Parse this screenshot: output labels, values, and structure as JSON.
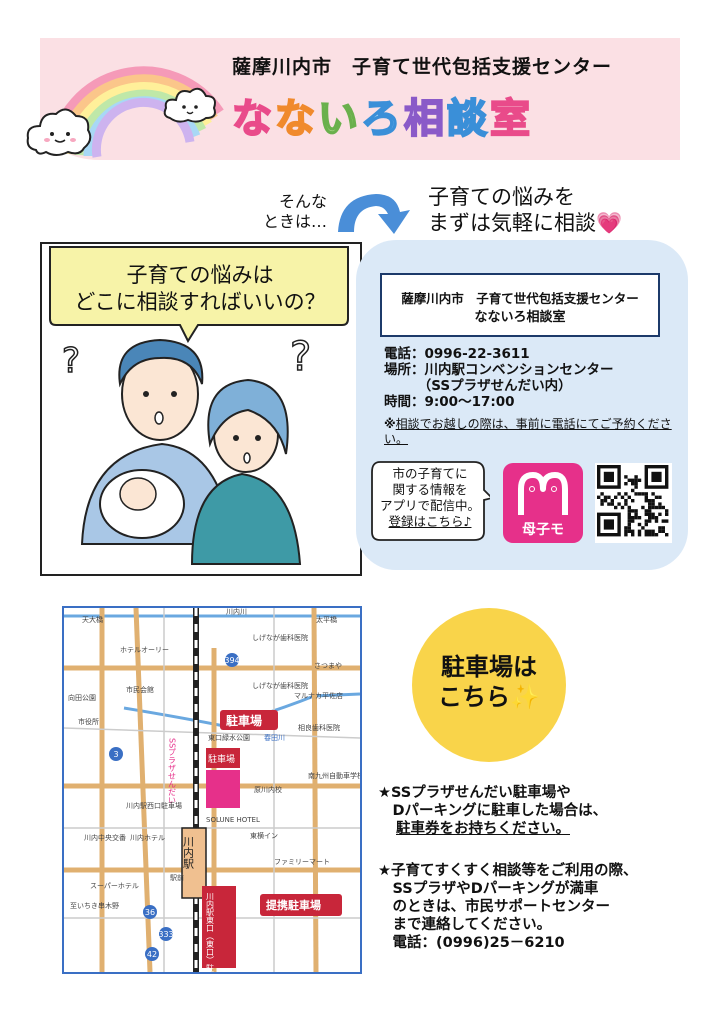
{
  "header": {
    "org": "薩摩川内市　子育て世代包括支援センター",
    "title_chars": [
      "な",
      "な",
      "い",
      "ろ",
      "相",
      "談",
      "室"
    ]
  },
  "intro": {
    "left_line1": "そんな",
    "left_line2": "ときは…",
    "right_line1": "子育ての悩みを",
    "right_line2": "まずは気軽に相談💗"
  },
  "speech": {
    "line1": "子育ての悩みは",
    "line2": "どこに相談すればいいの？"
  },
  "info": {
    "name_org": "薩摩川内市　子育て世代包括支援センター",
    "name_office": "なないろ相談室",
    "phone": "電話：0996-22-3611",
    "place": "場所：川内駅コンベンションセンター",
    "place_sub": "　　　（SSプラザせんだい内）",
    "hours": "時間：9:00～17:00",
    "note_prefix": "※",
    "note": "相談でお越しの際は、事前に電話にてご予約ください。"
  },
  "app": {
    "line1": "市の子育てに",
    "line2": "関する情報を",
    "line3": "アプリで配信中。",
    "line4": "登録はこちら♪",
    "icon_label": "母子モ",
    "brand_color": "#e6308a"
  },
  "map": {
    "labels": {
      "river": "川内川",
      "tenjin": "天大橋",
      "taikyu": "太平橋",
      "hotel_orly": "ホテルオーリー",
      "shiminkaikan": "市民会館",
      "shigenaga_dental": "しげなが歯科医院",
      "shigenaga_dental2": "しげなが歯科医院",
      "marunaka": "マルナカ平佐店",
      "sakuramachi": "さつまや",
      "kyodo_koen": "向田公園",
      "shiyakusho": "市役所",
      "ss_plaza": "SSプラザせんだい",
      "parking_label": "駐車場",
      "parking_box": "駐車場",
      "higashiguchi_park": "東口緑水公園",
      "kasuga": "春田川",
      "hirasa_dental": "相良歯科医院",
      "minamikyushu": "南九州自動車学校",
      "hirasa_school": "原川内校",
      "ekimae_nishiguchi": "川内駅西口駐車場",
      "sendai_hotel": "川内ホテル",
      "tokyu_inn": "東横イン",
      "family_mart": "ファミリーマート",
      "sendai_chuo": "川内中央交番",
      "super_hotel": "スーパーホテル",
      "ekimae": "駅前",
      "ichiki": "至いちき串木野",
      "station": "川内駅",
      "ss_hotel": "SOLUNE HOTEL",
      "partner_parking": "提携駐車場",
      "d_parking": "川内駅東口（東口）駐車場 Dパーキング",
      "route3": "3",
      "route36": "36",
      "route333": "333",
      "route42": "42",
      "route394": "394"
    }
  },
  "parking": {
    "line1": "駐車場は",
    "line2": "こちら✨"
  },
  "notes": {
    "n1_line1": "★SSプラザせんだい駐車場や",
    "n1_line2": "　Dパーキングに駐車した場合は、",
    "n1_line3": "駐車券をお持ちください。",
    "n2_line1": "★子育てすくすく相談等をご利用の際、",
    "n2_line2": "　SSプラザやDパーキングが満車",
    "n2_line3": "　のときは、市民サポートセンター",
    "n2_line4": "　まで連絡してください。",
    "n2_line5": "　電話：(0996)25－6210"
  },
  "colors": {
    "banner": "#fbe0e4",
    "card": "#dbe9f7",
    "parking_circle": "#f9d44a",
    "map_road": "#e0b070",
    "map_river": "#6aa8e0",
    "map_parking": "#c8263a"
  }
}
